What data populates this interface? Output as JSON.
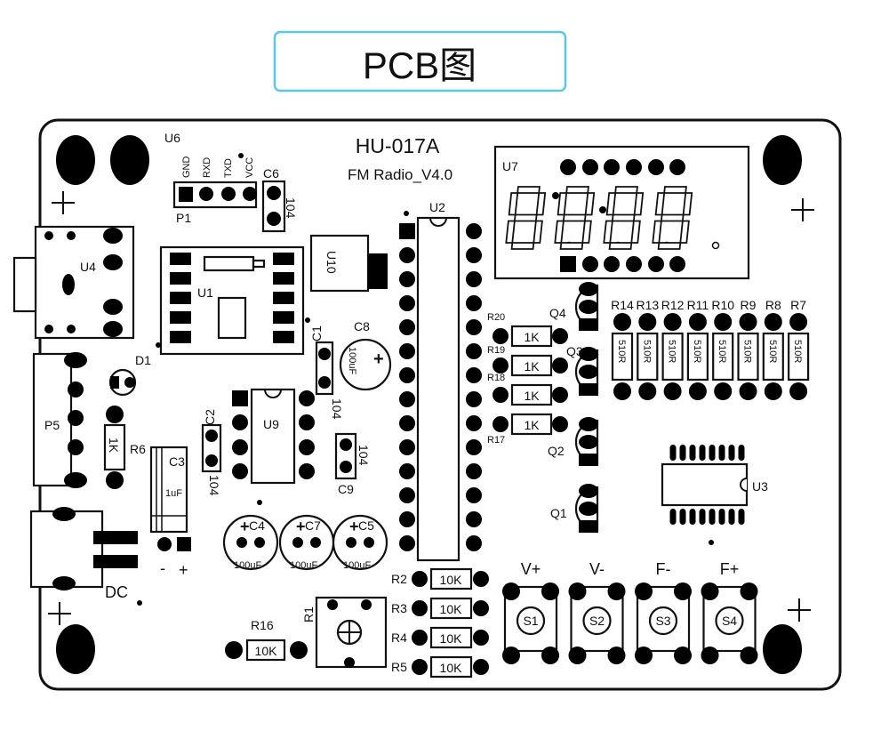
{
  "title": "PCB图",
  "colors": {
    "title_border": "#5bc8e8",
    "ink": "#111111"
  },
  "board": {
    "model": "HU-017A",
    "subtitle": "FM Radio_V4.0"
  },
  "components": {
    "u6": "U6",
    "p1": "P1",
    "p1_pins": [
      "GND",
      "RXD",
      "TXD",
      "VCC"
    ],
    "c6": "C6",
    "c6_value": "104",
    "u4": "U4",
    "u1": "U1",
    "u10": "U10",
    "c1": "C1",
    "c1_value": "104",
    "c8": "C8",
    "c8_value": "100uF",
    "u2": "U2",
    "u7": "U7",
    "d1": "D1",
    "p5": "P5",
    "r6": "R6",
    "r6_value": "1K",
    "c3": "C3",
    "c3_value": "1uF",
    "c3_minus": "-",
    "c3_plus": "+",
    "c2": "C2",
    "c2_value": "104",
    "u9": "U9",
    "c9": "C9",
    "c9_value": "104",
    "c4": "C4",
    "c7": "C7",
    "c5": "C5",
    "cap_value": "100uF",
    "cap_plus": "+",
    "dc": "DC",
    "r16": "R16",
    "r16_value": "10K",
    "r1": "R1",
    "r_left": [
      {
        "name": "R2",
        "value": "10K"
      },
      {
        "name": "R3",
        "value": "10K"
      },
      {
        "name": "R4",
        "value": "10K"
      },
      {
        "name": "R5",
        "value": "10K"
      }
    ],
    "r_mid": [
      {
        "name": "R20",
        "value": "1K"
      },
      {
        "name": "R19",
        "value": "1K"
      },
      {
        "name": "R18",
        "value": "1K"
      },
      {
        "name": "R17",
        "value": "1K"
      }
    ],
    "q": [
      "Q4",
      "Q3",
      "Q2",
      "Q1"
    ],
    "r_array": [
      {
        "name": "R14",
        "value": "510R"
      },
      {
        "name": "R13",
        "value": "510R"
      },
      {
        "name": "R12",
        "value": "510R"
      },
      {
        "name": "R11",
        "value": "510R"
      },
      {
        "name": "R10",
        "value": "510R"
      },
      {
        "name": "R9",
        "value": "510R"
      },
      {
        "name": "R8",
        "value": "510R"
      },
      {
        "name": "R7",
        "value": "510R"
      }
    ],
    "u3": "U3",
    "buttons": [
      {
        "label": "V+",
        "switch": "S1"
      },
      {
        "label": "V-",
        "switch": "S2"
      },
      {
        "label": "F-",
        "switch": "S3"
      },
      {
        "label": "F+",
        "switch": "S4"
      }
    ]
  }
}
